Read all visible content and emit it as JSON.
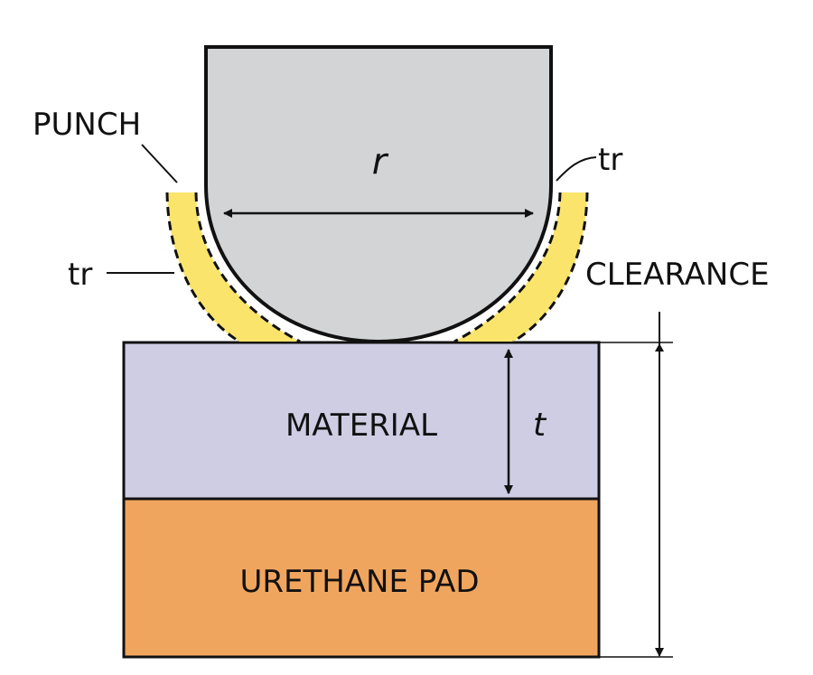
{
  "labels": {
    "punch": "PUNCH",
    "r": "r",
    "tr_right": "tr",
    "tr_left": "tr",
    "clearance": "CLEARANCE",
    "material": "MATERIAL",
    "t": "t",
    "urethane_pad": "URETHANE PAD"
  },
  "colors": {
    "punch": "#d3d4d6",
    "clearance": "#fbe46b",
    "material": "#cfcde4",
    "urethane": "#f0a55e",
    "stroke": "#111111"
  }
}
